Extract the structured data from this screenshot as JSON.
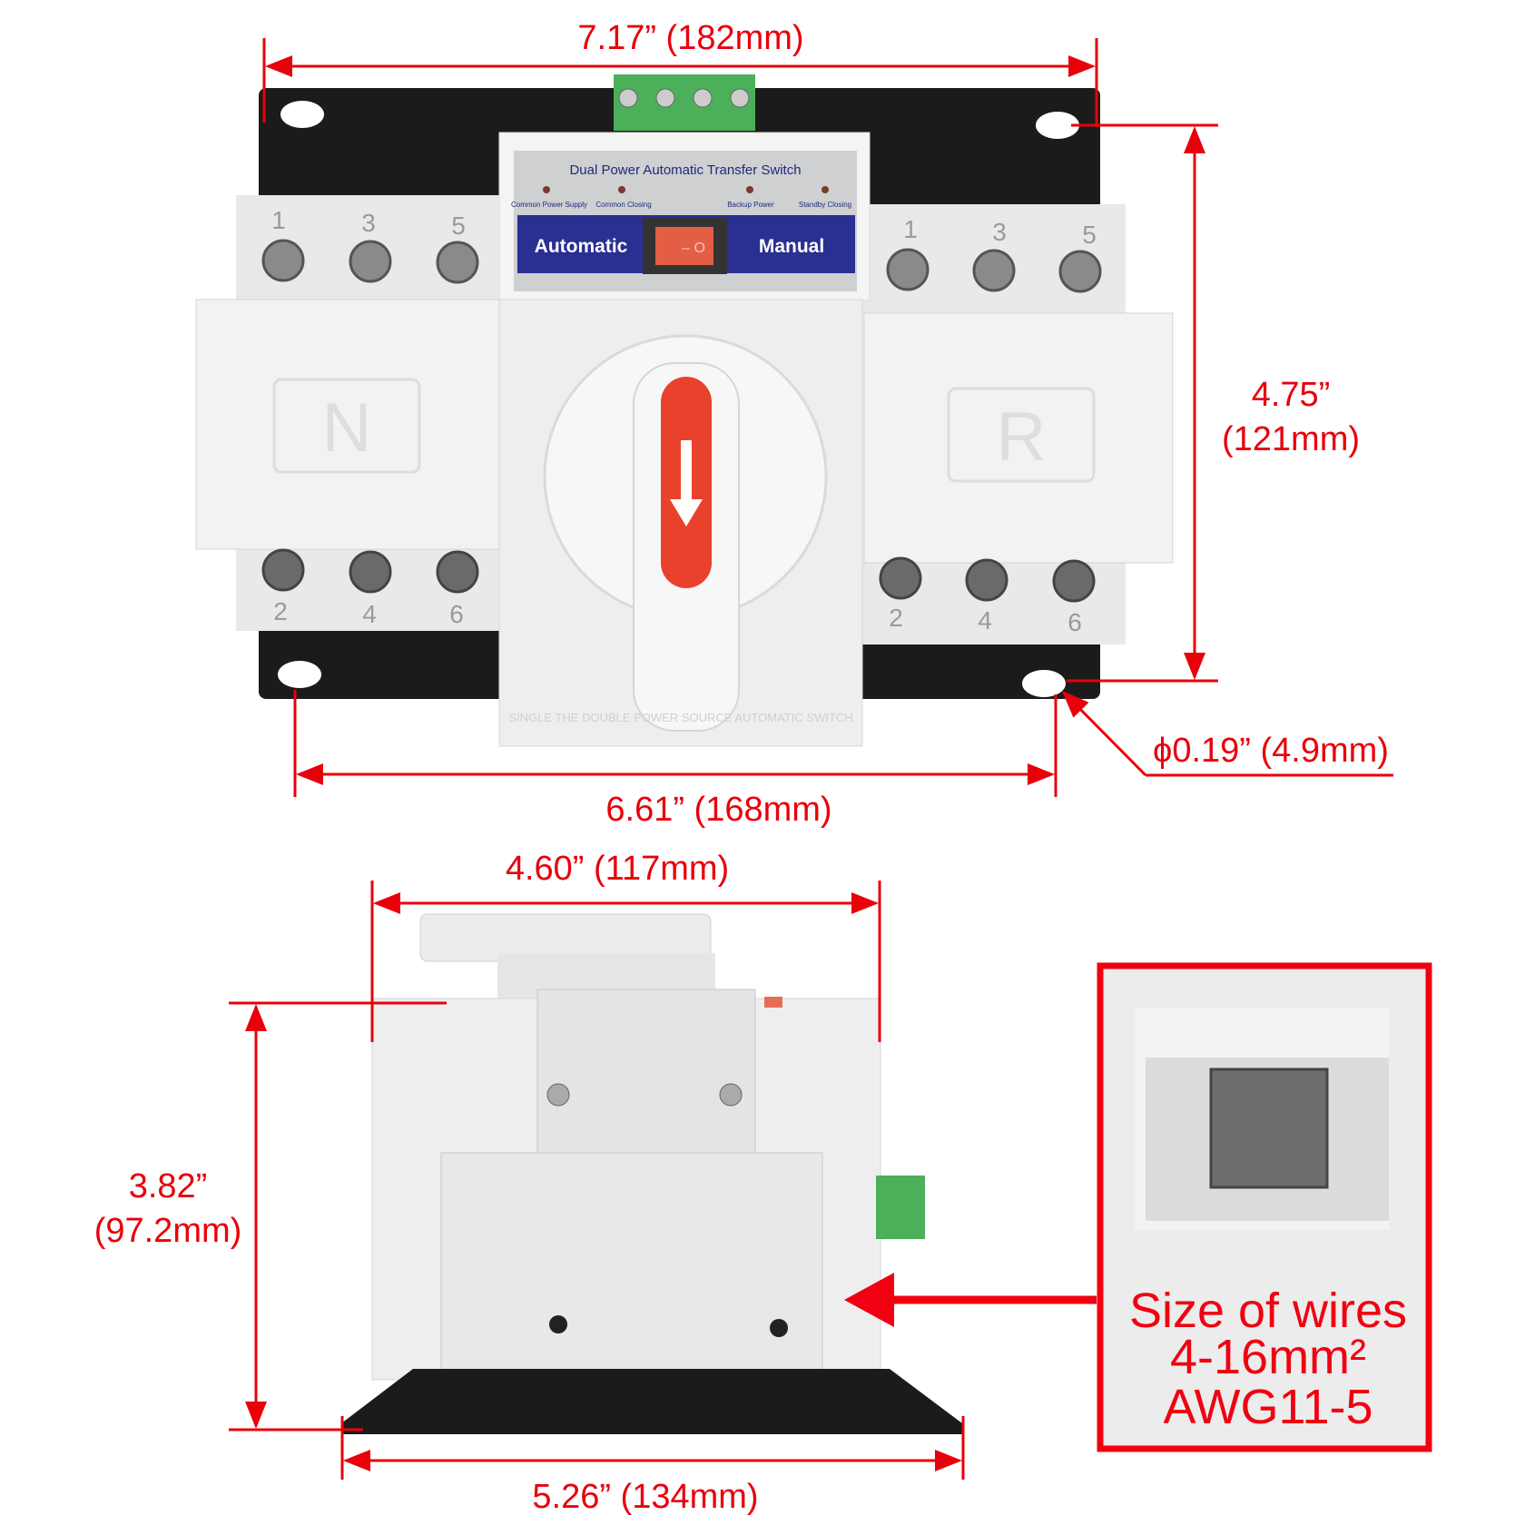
{
  "panel": {
    "title": "Dual Power Automatic Transfer Switch",
    "indicators": [
      "Common Power Supply",
      "Common Closing",
      "Backup Power",
      "Standby Closing"
    ],
    "mode_left": "Automatic",
    "mode_right": "Manual",
    "switch_symbols": "– O"
  },
  "side_labels": {
    "left": "N",
    "right": "R"
  },
  "terminals": {
    "top": [
      "1",
      "3",
      "5"
    ],
    "bottom": [
      "2",
      "4",
      "6"
    ]
  },
  "bottom_print": "SINGLE THE DOUBLE POWER SOURCE AUTOMATIC SWITCH",
  "dimensions": {
    "top_width": "7.17” (182mm)",
    "height_in": "4.75”",
    "height_mm": "(121mm)",
    "hole_spacing": "6.61” (168mm)",
    "hole_diameter": "ϕ0.19” (4.9mm)",
    "depth_top": "4.60” (117mm)",
    "side_height_in": "3.82”",
    "side_height_mm": "(97.2mm)",
    "base_width": "5.26” (134mm)"
  },
  "callout": {
    "line1": "Size of wires",
    "line2": "4-16mm²",
    "line3": "AWG11-5"
  },
  "colors": {
    "dimension": "#e8000b",
    "panel_blue": "#2a2f92",
    "handle_red": "#e8412c",
    "terminal_green": "#4caf5a"
  }
}
